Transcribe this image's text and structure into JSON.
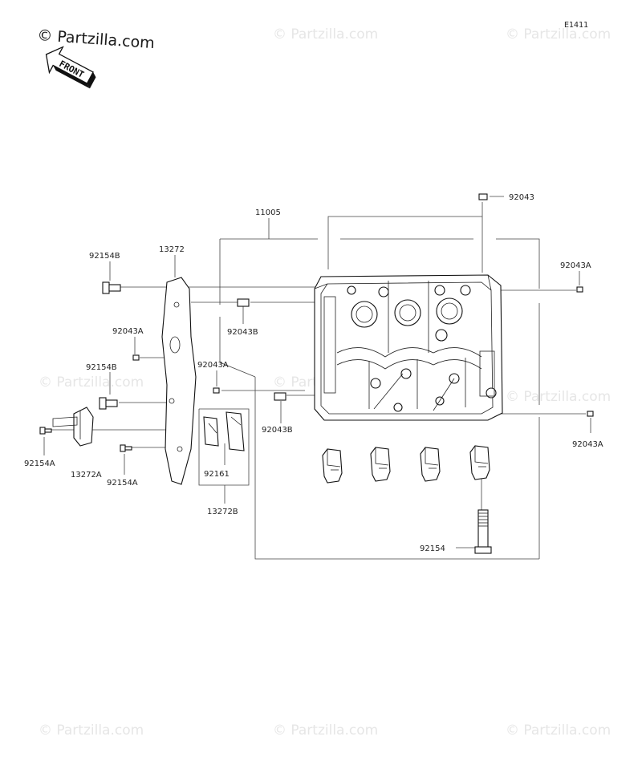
{
  "brand": {
    "logo_text": "© Partzilla.com",
    "watermark_text": "© Partzilla.com",
    "front_label": "FRONT"
  },
  "diagram": {
    "code": "E1411"
  },
  "labels": {
    "l11005": "11005",
    "l92043": "92043",
    "l92043A_right_top": "92043A",
    "l92154B_top": "92154B",
    "l13272": "13272",
    "l92043B_top": "92043B",
    "l92043A_left": "92043A",
    "l92043A_mid": "92043A",
    "l92154B_mid": "92154B",
    "l92043B_mid": "92043B",
    "l92043A_right_bottom": "92043A",
    "l92154A_left": "92154A",
    "l13272A": "13272A",
    "l92154A_mid": "92154A",
    "l92161": "92161",
    "l13272B": "13272B",
    "l92154": "92154"
  },
  "colors": {
    "line": "#444444",
    "watermark": "#e6e6e6"
  }
}
